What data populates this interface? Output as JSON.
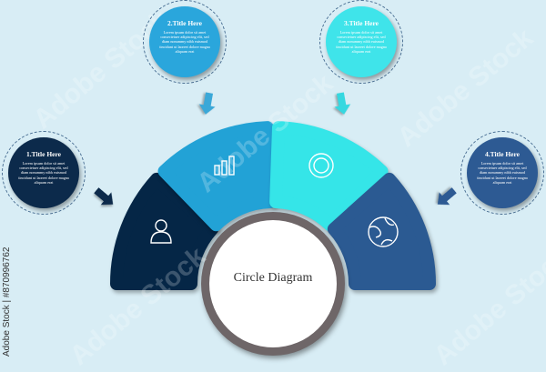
{
  "diagram": {
    "center_label": "Circle Diagram",
    "items": [
      {
        "title": "1.Title Here",
        "body": "Lorem ipsum dolor sit amet consectetuer adipiscing elit, sed diam nonummy nibh euismod tincidunt ut laoreet dolore magna aliquam erat",
        "icon": "person-icon",
        "bubble_color": "#0c2a4b",
        "segment_color": "#052646"
      },
      {
        "title": "2.Title Here",
        "body": "Lorem ipsum dolor sit amet consectetuer adipiscing elit, sed diam nonummy nibh euismod tincidunt ut laoreet dolore magna aliquam erat",
        "icon": "bar-chart-icon",
        "bubble_color": "#2aa6dc",
        "segment_color": "#22a2d6"
      },
      {
        "title": "3.Title Here",
        "body": "Lorem ipsum dolor sit amet consectetuer adipiscing elit, sed diam nonummy nibh euismod tincidunt ut laoreet dolore magna aliquam erat",
        "icon": "gear-icon",
        "bubble_color": "#3fe4ea",
        "segment_color": "#35e5e8"
      },
      {
        "title": "4.Title Here",
        "body": "Lorem ipsum dolor sit amet consectetuer adipiscing elit, sed diam nonummy nibh euismod tincidunt ut laoreet dolore magna aliquam erat",
        "icon": "globe-icon",
        "bubble_color": "#2d5a93",
        "segment_color": "#2b5a92"
      }
    ]
  },
  "watermark": {
    "text": "Adobe Stock",
    "vertical": "Adobe Stock | #870996762"
  },
  "colors": {
    "background": "#d8edf5",
    "center_ring": "#6e6668",
    "center_fill": "#ffffff"
  }
}
